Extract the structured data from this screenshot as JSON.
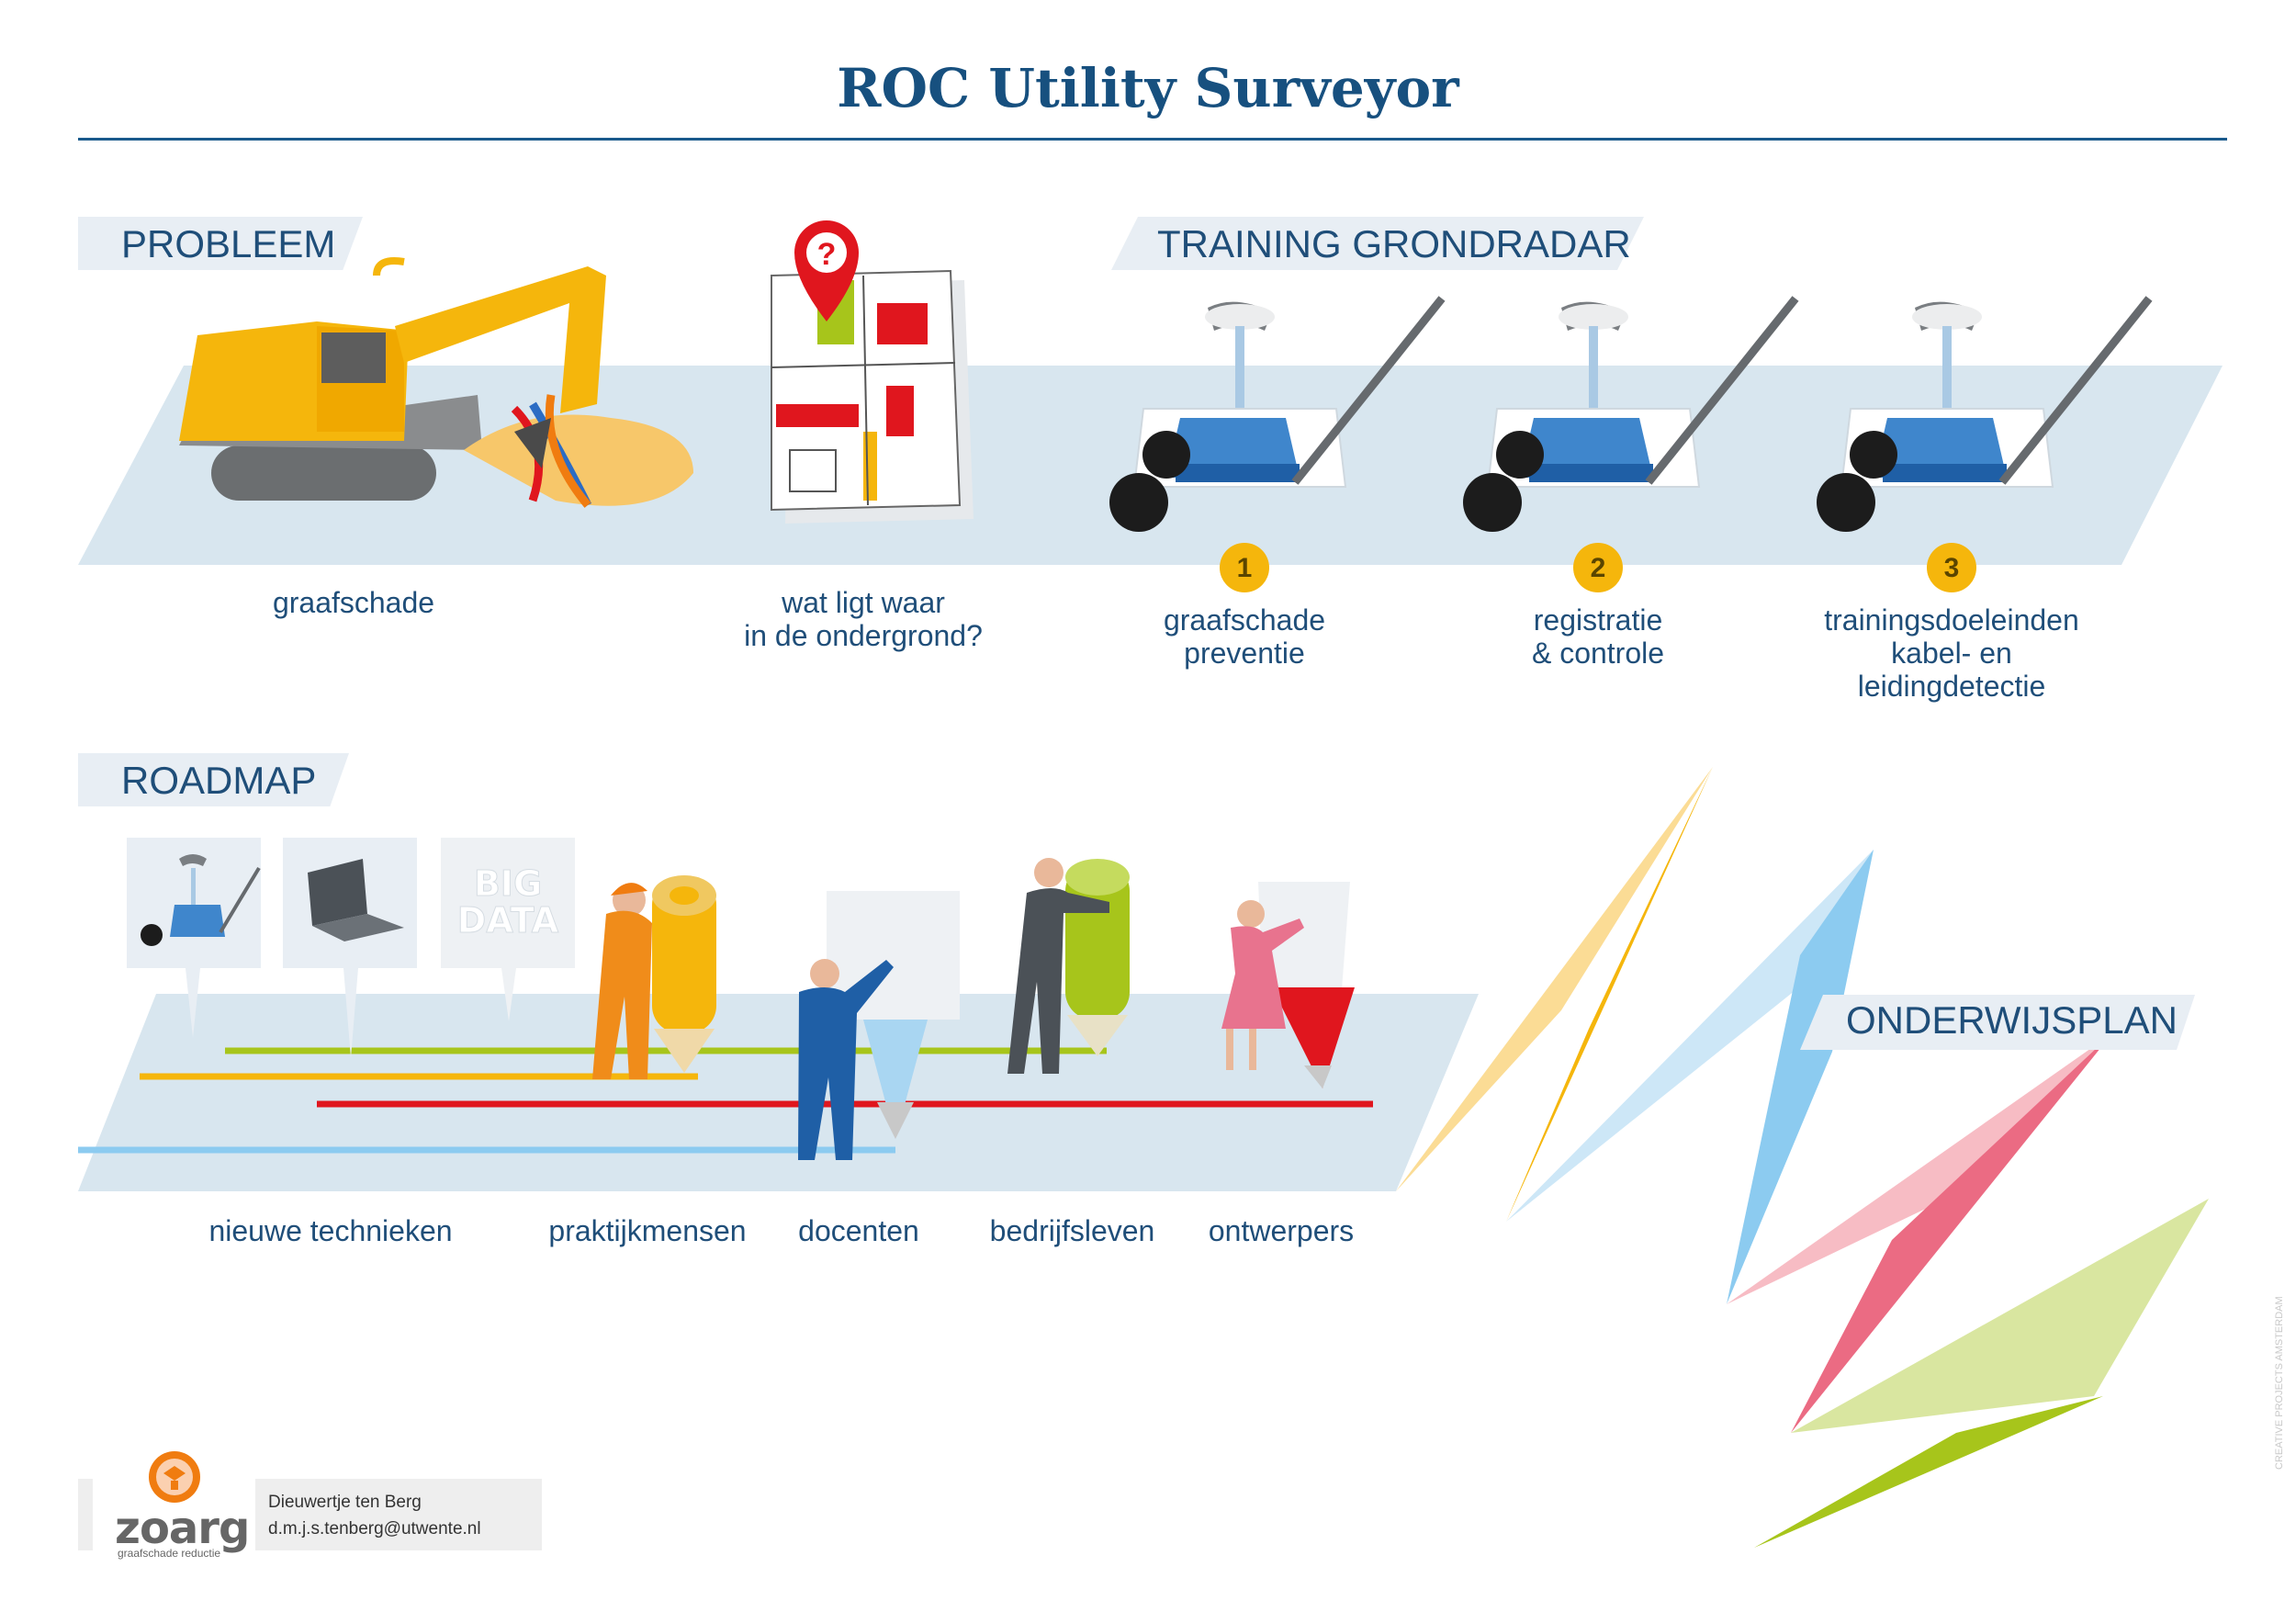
{
  "title": "ROC Utility Surveyor",
  "sections": {
    "probleem": "PROBLEEM",
    "training": "TRAINING GRONDRADAR",
    "roadmap": "ROADMAP",
    "onderwijsplan": "ONDERWIJSPLAN"
  },
  "probleem_items": [
    {
      "line1": "graafschade",
      "line2": ""
    },
    {
      "line1": "wat ligt waar",
      "line2": "in de ondergrond?"
    }
  ],
  "training_items": [
    {
      "number": "1",
      "line1": "graafschade",
      "line2": "preventie",
      "line3": ""
    },
    {
      "number": "2",
      "line1": "registratie",
      "line2": "& controle",
      "line3": ""
    },
    {
      "number": "3",
      "line1": "trainingsdoeleinden",
      "line2": "kabel- en",
      "line3": "leidingdetectie"
    }
  ],
  "roadmap_items": [
    "nieuwe technieken",
    "praktijkmensen",
    "docenten",
    "bedrijfsleven",
    "ontwerpers"
  ],
  "bigdata": {
    "line1": "BIG",
    "line2": "DATA"
  },
  "question_mark": "?",
  "contact": {
    "name": "Dieuwertje ten Berg",
    "email": "d.m.j.s.tenberg@utwente.nl"
  },
  "logo": {
    "name": "zoarg",
    "tagline": "graafschade reductie"
  },
  "credit": "CREATIVE PROJECTS AMSTERDAM",
  "colors": {
    "title_blue": "#17507f",
    "platform": "#d8e6ef",
    "yellow": "#f5b60c",
    "red": "#e0161e",
    "green": "#a7c51b",
    "light_blue": "#8ccbf0",
    "pink": "#f29aa8"
  }
}
